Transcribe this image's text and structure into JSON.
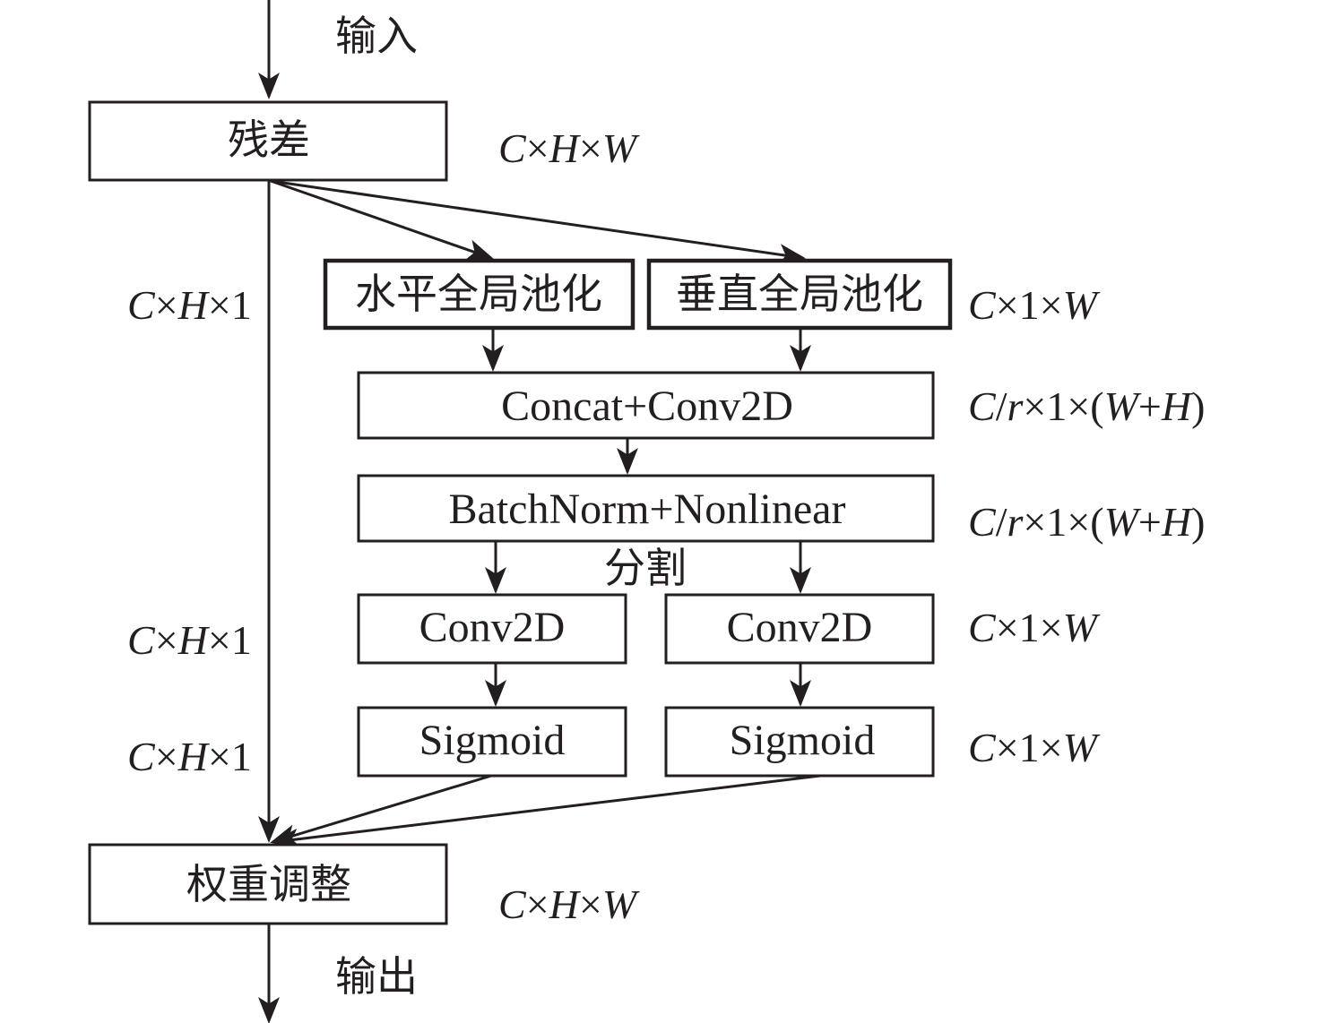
{
  "diagram": {
    "input_label": "输入",
    "output_label": "输出",
    "split_label": "分割",
    "nodes": {
      "residual": "残差",
      "h_pool": "水平全局池化",
      "v_pool": "垂直全局池化",
      "concat_conv": "Concat+Conv2D",
      "bn_nonlinear": "BatchNorm+Nonlinear",
      "conv_left": "Conv2D",
      "conv_right": "Conv2D",
      "sigmoid_left": "Sigmoid",
      "sigmoid_right": "Sigmoid",
      "reweight": "权重调整"
    },
    "dims": {
      "residual": [
        "C",
        "×",
        "H",
        "×",
        "W"
      ],
      "skip_1": [
        "C",
        "×",
        "H",
        "×1"
      ],
      "skip_2": [
        "C",
        "×",
        "H",
        "×1"
      ],
      "skip_3": [
        "C",
        "×",
        "H",
        "×1"
      ],
      "pool": [
        "C",
        "×1×",
        "W"
      ],
      "concat": [
        "C",
        "/",
        "r",
        "×1×(",
        "W",
        "+",
        "H",
        ")"
      ],
      "bn": [
        "C",
        "/",
        "r",
        "×1×(",
        "W",
        "+",
        "H",
        ")"
      ],
      "conv": [
        "C",
        "×1×",
        "W"
      ],
      "sigmoid": [
        "C",
        "×1×",
        "W"
      ],
      "reweight": [
        "C",
        "×",
        "H",
        "×",
        "W"
      ]
    },
    "edges": [
      {
        "from": "input",
        "to": "residual"
      },
      {
        "from": "residual",
        "to": "h_pool"
      },
      {
        "from": "residual",
        "to": "v_pool"
      },
      {
        "from": "residual",
        "to": "reweight"
      },
      {
        "from": "h_pool",
        "to": "concat_conv"
      },
      {
        "from": "v_pool",
        "to": "concat_conv"
      },
      {
        "from": "concat_conv",
        "to": "bn_nonlinear"
      },
      {
        "from": "bn_nonlinear",
        "to": "conv_left"
      },
      {
        "from": "bn_nonlinear",
        "to": "conv_right"
      },
      {
        "from": "conv_left",
        "to": "sigmoid_left"
      },
      {
        "from": "conv_right",
        "to": "sigmoid_right"
      },
      {
        "from": "sigmoid_left",
        "to": "reweight"
      },
      {
        "from": "sigmoid_right",
        "to": "reweight"
      },
      {
        "from": "reweight",
        "to": "output"
      }
    ]
  }
}
